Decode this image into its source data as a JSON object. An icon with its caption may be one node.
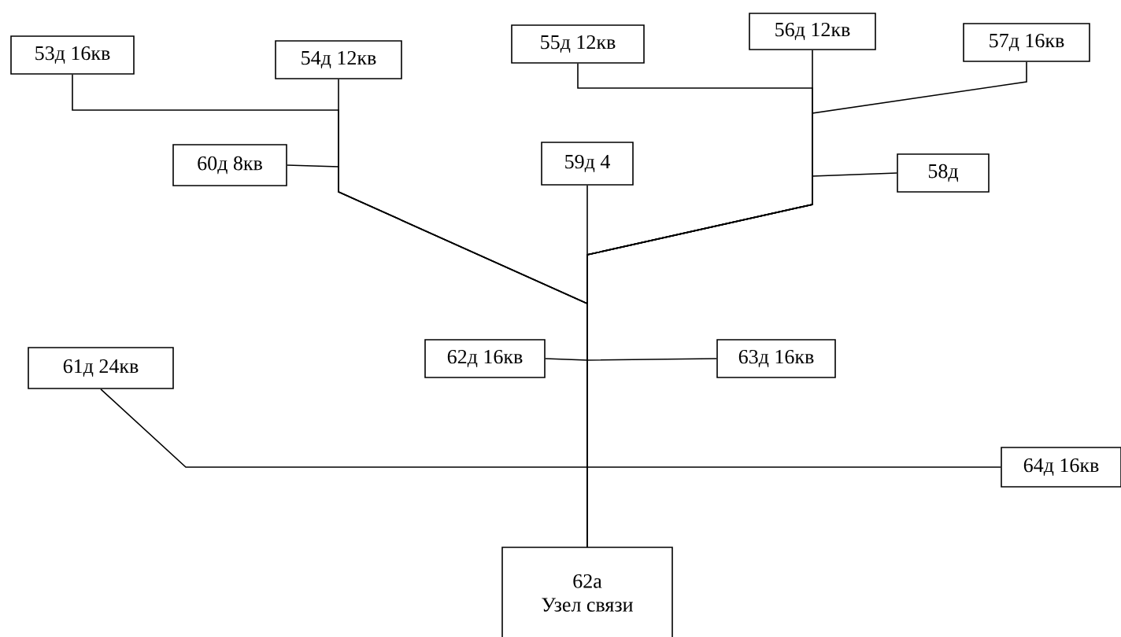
{
  "diagram": {
    "nodes": [
      {
        "text": [
          "53д 16кв"
        ]
      },
      {
        "text": [
          "54д 12кв"
        ]
      },
      {
        "text": [
          "55д 12кв"
        ]
      },
      {
        "text": [
          "56д 12кв"
        ]
      },
      {
        "text": [
          "57д 16кв"
        ]
      },
      {
        "text": [
          "60д 8кв"
        ]
      },
      {
        "text": [
          "59д 4"
        ]
      },
      {
        "text": [
          "58д"
        ]
      },
      {
        "text": [
          "62д 16кв"
        ]
      },
      {
        "text": [
          "63д 16кв"
        ]
      },
      {
        "text": [
          "61д 24кв"
        ]
      },
      {
        "text": [
          "64д 16кв"
        ]
      },
      {
        "text": [
          "62а",
          "Узел связи"
        ]
      }
    ],
    "edges": [
      {
        "from": 0,
        "to": 12,
        "arrow": "none"
      },
      {
        "from": 1,
        "to": 12,
        "arrow": "none"
      },
      {
        "from": 2,
        "to": 12,
        "arrow": "none"
      },
      {
        "from": 3,
        "to": 12,
        "arrow": "none"
      },
      {
        "from": 4,
        "to": 12,
        "arrow": "none"
      },
      {
        "from": 5,
        "to": 12,
        "arrow": "none"
      },
      {
        "from": 6,
        "to": 12,
        "arrow": "none"
      },
      {
        "from": 7,
        "to": 12,
        "arrow": "none"
      },
      {
        "from": 8,
        "to": 12,
        "arrow": "none"
      },
      {
        "from": 9,
        "to": 12,
        "arrow": "none"
      },
      {
        "from": 10,
        "to": 12,
        "arrow": "none"
      },
      {
        "from": 11,
        "to": 12,
        "arrow": "none"
      }
    ]
  }
}
